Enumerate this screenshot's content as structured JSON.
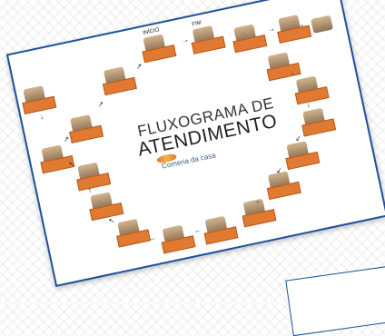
{
  "title_line1": "FLUXOGRAMA DE",
  "title_line2": "ATENDIMENTO",
  "logo_text": "Comeria da casa",
  "start_label": "INÍCIO",
  "end_label": "FIM",
  "colors": {
    "border": "#1d4f9a",
    "step_box": "#e07a32"
  }
}
